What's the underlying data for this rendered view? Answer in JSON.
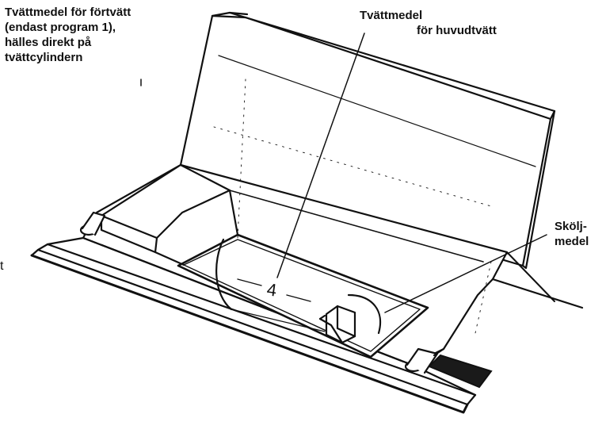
{
  "labels": {
    "prewash": {
      "lines": [
        "Tvättmedel för förtvätt",
        "(endast program 1),",
        "hälles direkt på",
        "tvättcylindern"
      ]
    },
    "mainwash": {
      "lines": [
        "Tvättmedel",
        "för huvudtvätt"
      ]
    },
    "rinse": {
      "lines": [
        "Skölj-",
        "medel"
      ]
    },
    "edge_fragment": "t",
    "compartment_number": "4"
  },
  "colors": {
    "ink": "#111111",
    "paper": "#ffffff",
    "fill_dark": "#1a1a1a"
  }
}
